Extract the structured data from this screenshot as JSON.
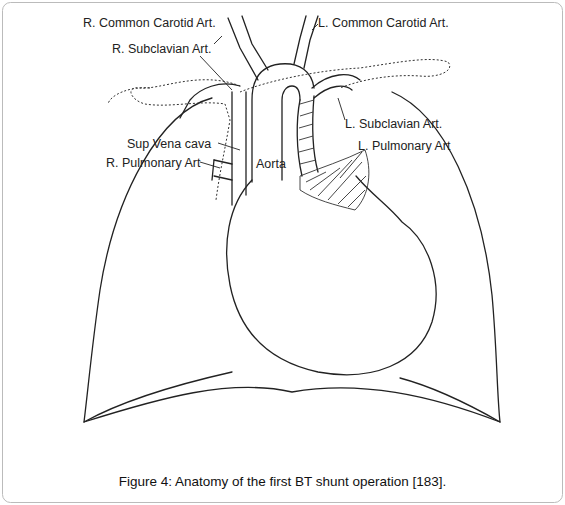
{
  "diagram": {
    "caption": "Figure 4: Anatomy of the first BT shunt operation [183].",
    "labels": [
      "R. Common Carotid Art.",
      "L. Common Carotid Art.",
      "R. Subclavian Art.",
      "L. Subclavian Art.",
      "Sup Vena cava",
      "R. Pulmonary Art",
      "Aorta",
      "L. Pulmonary Art"
    ]
  }
}
